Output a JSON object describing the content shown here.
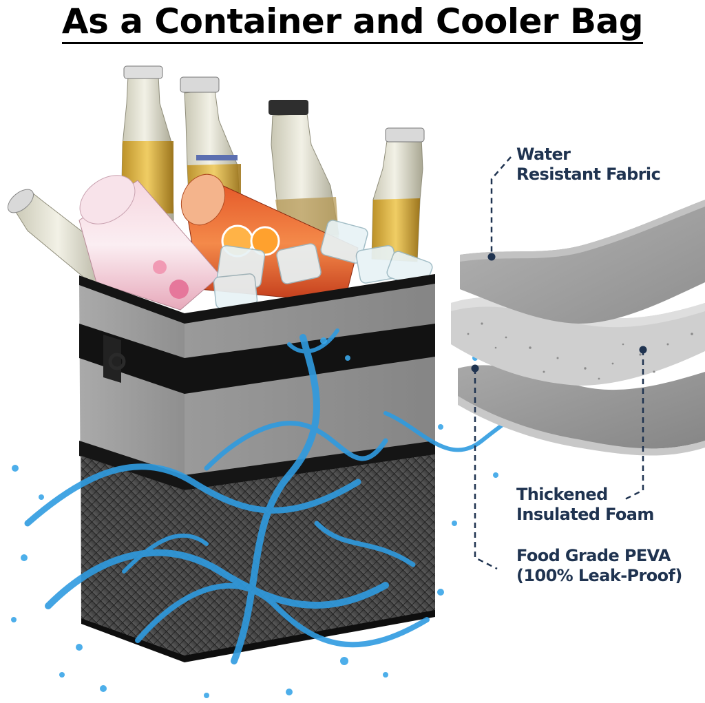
{
  "headline": "As a Container and Cooler Bag",
  "callouts": {
    "outer": {
      "line1": "Water",
      "line2": "Resistant Fabric"
    },
    "middle": {
      "line1": "Thickened",
      "line2": "Insulated Foam"
    },
    "inner": {
      "line1": "Food Grade PEVA",
      "line2": "(100% Leak-Proof)"
    }
  },
  "colors": {
    "callout_text": "#1f3350",
    "fabric_gray": "#8e8e8e",
    "strap_black": "#111111",
    "water_blue": "#2f9be0",
    "foam_gray": "#d4d4d4"
  }
}
